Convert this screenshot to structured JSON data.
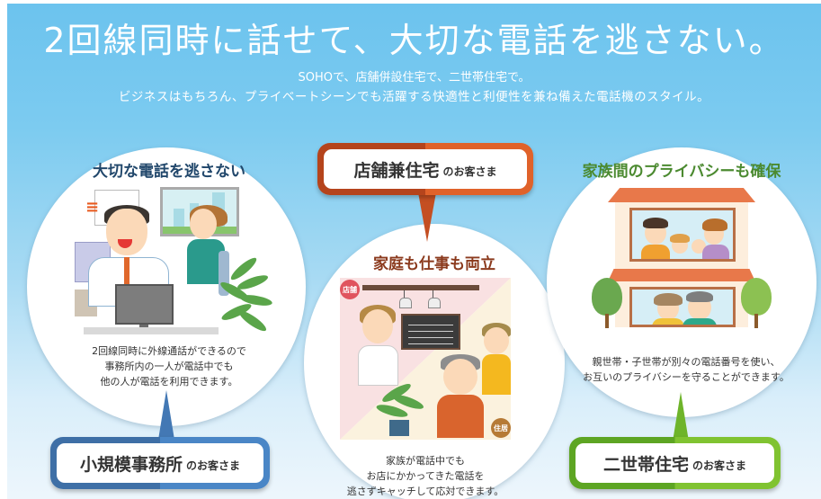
{
  "banner": {
    "headline": "2回線同時に話せて、大切な電話を逃さない。",
    "subline1": "SOHOで、店舗併設住宅で、二世帯住宅で。",
    "subline2": "ビジネスはもちろん、プライベートシーンでも活躍する快適性と利便性を兼ね備えた電話機のスタイル。"
  },
  "panels": [
    {
      "title": "大切な電話を逃さない",
      "description": [
        "2回線同時に外線通話ができるので",
        "事務所内の一人が電話中でも",
        "他の人が電話を利用できます。"
      ],
      "callout_main": "小規模事務所",
      "callout_suffix": "のお客さま",
      "accent_color": "#4a86c6",
      "title_color": "#21476b",
      "illustration": "office-phone-call"
    },
    {
      "title": "家庭も仕事も両立",
      "description": [
        "家族が電話中でも",
        "お店にかかってきた電話を",
        "逃さずキャッチして応対できます。"
      ],
      "callout_main": "店舗兼住宅",
      "callout_suffix": "のお客さま",
      "accent_color": "#e0622a",
      "title_color": "#8b3a1d",
      "illustration": "shop-home",
      "tags": [
        "店舗",
        "住居"
      ]
    },
    {
      "title": "家族間のプライバシーも確保",
      "description": [
        "親世帯・子世帯が別々の電話番号を使い、",
        "お互いのプライバシーを守ることができます。"
      ],
      "callout_main": "二世帯住宅",
      "callout_suffix": "のお客さま",
      "accent_color": "#80c331",
      "title_color": "#4b8a30",
      "illustration": "two-generation-house"
    }
  ],
  "colors": {
    "sky_top": "#6cc3ee",
    "sky_bottom": "#edf6fc"
  }
}
